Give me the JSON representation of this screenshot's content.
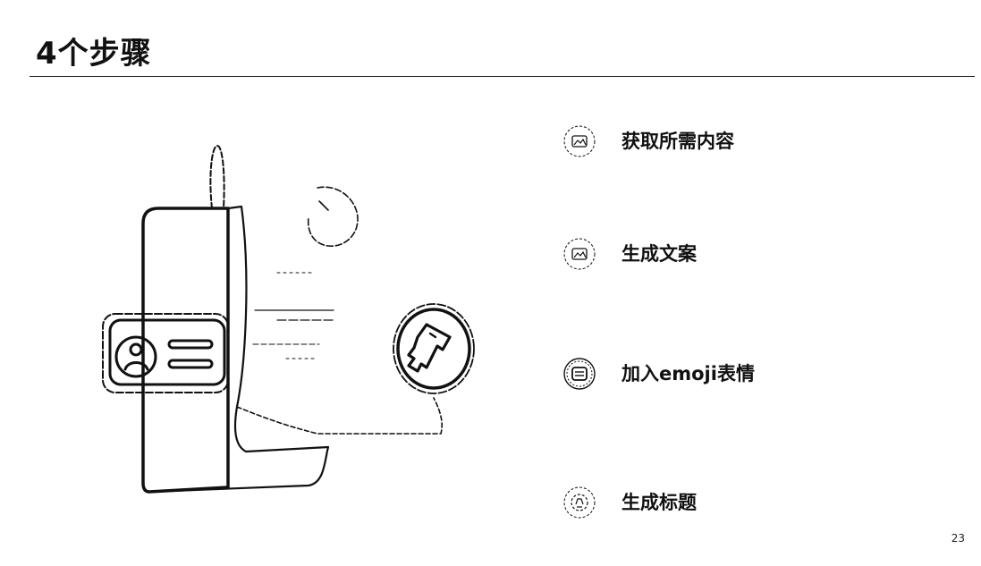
{
  "header": {
    "title": "4个步骤"
  },
  "steps": [
    {
      "label": "获取所需内容",
      "icon": "image-card-icon"
    },
    {
      "label": "生成文案",
      "icon": "image-card-icon"
    },
    {
      "label": "加入emoji表情",
      "icon": "list-card-icon"
    },
    {
      "label": "生成标题",
      "icon": "badge-icon"
    }
  ],
  "footer": {
    "page_number": "23"
  },
  "colors": {
    "ink": "#111111",
    "rule": "#222222",
    "background": "#ffffff"
  }
}
